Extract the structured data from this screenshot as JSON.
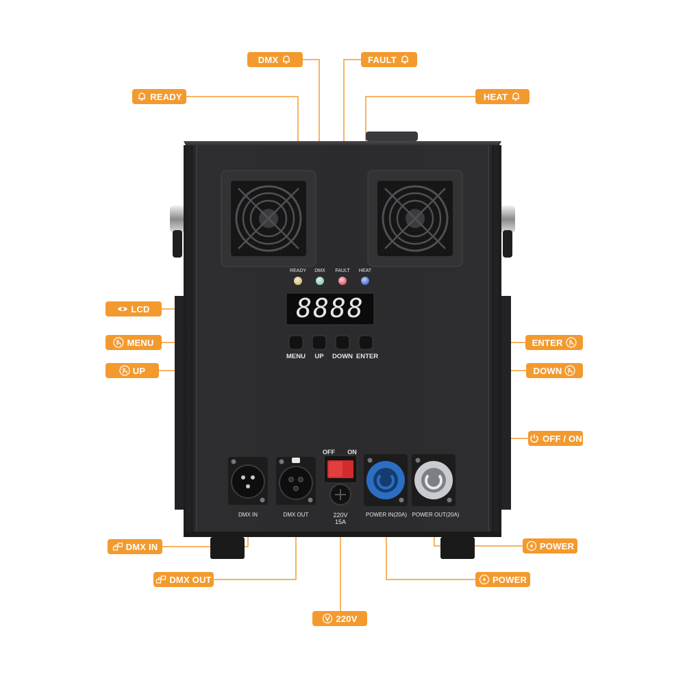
{
  "callouts": {
    "dmx_led": "DMX",
    "fault_led": "FAULT",
    "ready_led": "READY",
    "heat_led": "HEAT",
    "lcd": "LCD",
    "menu": "MENU",
    "up": "UP",
    "enter": "ENTER",
    "down": "DOWN",
    "off_on": "OFF / ON",
    "dmx_in": "DMX IN",
    "dmx_out": "DMX OUT",
    "power_in": "POWER",
    "power_out": "POWER",
    "voltage": "220V"
  },
  "device": {
    "led_labels": [
      "READY",
      "DMX",
      "FAULT",
      "HEAT"
    ],
    "lcd_text": "8888",
    "buttons": [
      "MENU",
      "UP",
      "DOWN",
      "ENTER"
    ],
    "switch_off": "OFF",
    "switch_on": "ON",
    "ports": {
      "dmx_in": "DMX IN",
      "dmx_out": "DMX OUT",
      "voltage_line1": "220V",
      "voltage_line2": "15A",
      "power_in": "POWER IN(20A)",
      "power_out": "POWER OUT(20A)"
    }
  },
  "icons": {
    "alarm": "bell-icon",
    "display": "eye-icon",
    "press": "hand-press-icon",
    "switch": "power-icon",
    "data": "network-icon",
    "power": "lightning-circle-icon",
    "volt": "v-circle-icon"
  },
  "colors": {
    "accent": "#f39a2f",
    "body": "#2b2b2d",
    "led_ready": "#d9b96a",
    "led_dmx": "#7fc9a8",
    "led_fault": "#e0575e",
    "led_heat": "#3b64d8",
    "lcd_digit": "#e6e6e6",
    "power_in_connector": "#2b6fc4",
    "power_out_connector": "#c8ccd0",
    "rocker_switch": "#d62a2a"
  }
}
